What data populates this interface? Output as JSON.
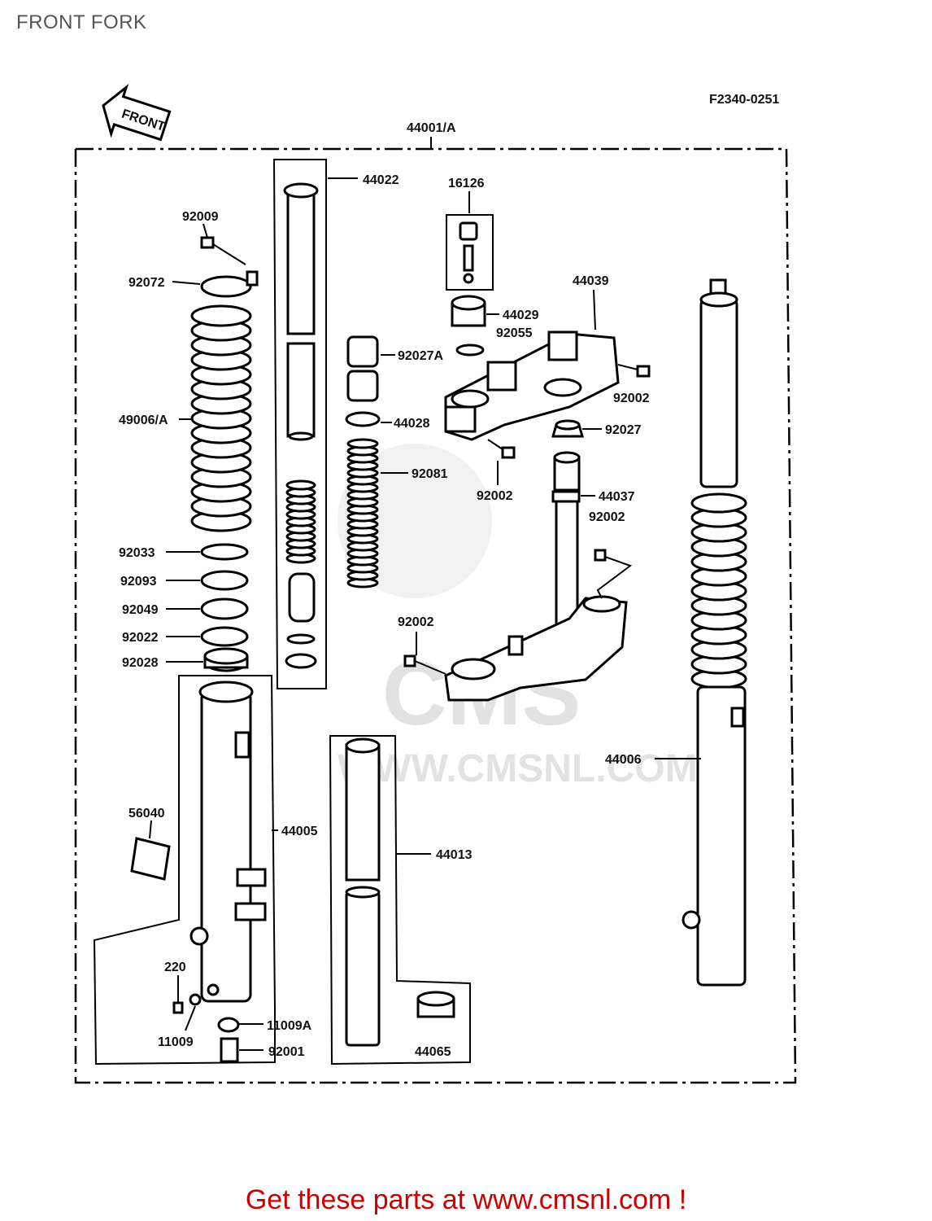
{
  "page": {
    "title": "FRONT FORK",
    "footer": "Get these parts at www.cmsnl.com !"
  },
  "diagram": {
    "code": "F2340-0251",
    "front_label": "FRONT",
    "assembly": "44001/A",
    "watermark": {
      "logo": "CMS",
      "url": "WWW.CMSNL.COM"
    },
    "callouts": {
      "c44022": "44022",
      "c16126": "16126",
      "c92009": "92009",
      "c92072": "92072",
      "c44039": "44039",
      "c44029": "44029",
      "c92055": "92055",
      "c92027A": "92027A",
      "c92002a": "92002",
      "c49006A": "49006/A",
      "c44028": "44028",
      "c92027": "92027",
      "c92081": "92081",
      "c92002b": "92002",
      "c44037": "44037",
      "c92002c": "92002",
      "c92033": "92033",
      "c92093": "92093",
      "c92049": "92049",
      "c92002d": "92002",
      "c92022": "92022",
      "c92028": "92028",
      "c44006": "44006",
      "c56040": "56040",
      "c44005": "44005",
      "c44013": "44013",
      "c220": "220",
      "c11009A": "11009A",
      "c11009": "11009",
      "c92001": "92001",
      "c44065": "44065"
    }
  }
}
